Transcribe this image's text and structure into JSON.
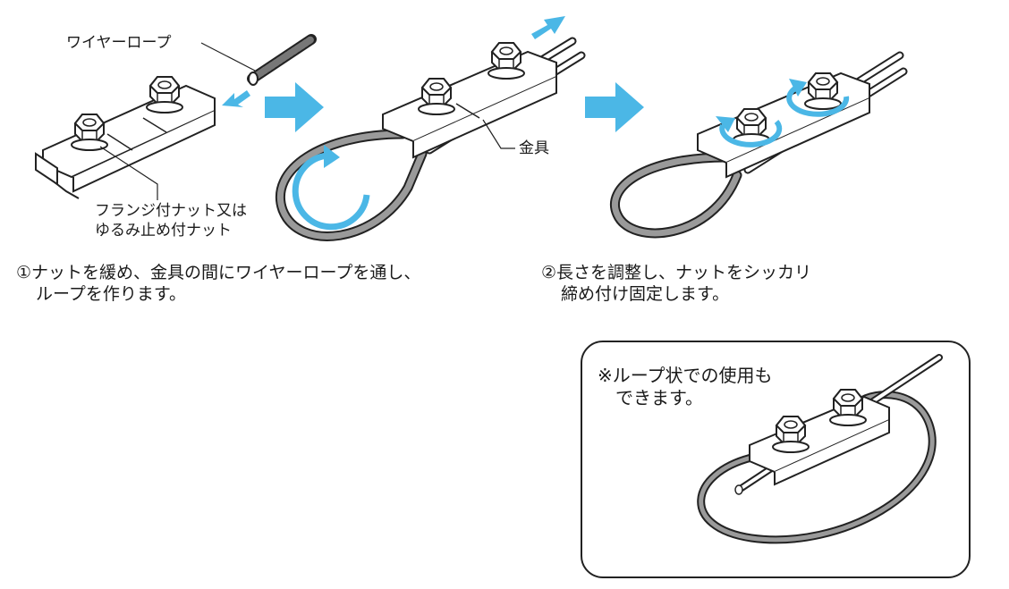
{
  "labels": {
    "wire_rope": "ワイヤーロープ",
    "nut_line1": "フランジ付ナット又は",
    "nut_line2": "ゆるみ止め付ナット",
    "fitting": "金具"
  },
  "steps": [
    {
      "line1": "①ナットを緩め、金具の間にワイヤーロープを通し、",
      "line2": "ループを作ります。"
    },
    {
      "line1": "②長さを調整し、ナットをシッカリ",
      "line2": "締め付け固定します。"
    }
  ],
  "note": {
    "line1": "※ループ状での使用も",
    "line2": "できます。"
  },
  "colors": {
    "arrow": "#4bb7e6",
    "line": "#222222",
    "rope": "#8a8a8a",
    "metal": "#ffffff"
  },
  "icons": [
    "wire-rope-icon",
    "clamp-icon",
    "hex-nut-icon",
    "step-arrow-icon",
    "rotate-arrow-icon"
  ]
}
